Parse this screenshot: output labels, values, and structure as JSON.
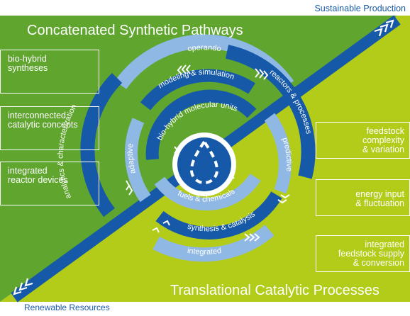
{
  "corners": {
    "top_right": "Sustainable Production",
    "bottom_left": "Renewable Resources"
  },
  "titles": {
    "top": "Concatenated Synthetic Pathways",
    "bottom": "Translational Catalytic Processes"
  },
  "left_boxes": [
    {
      "lines": [
        "bio-hybrid",
        "syntheses"
      ]
    },
    {
      "lines": [
        "interconnected",
        "catalytic concepts"
      ]
    },
    {
      "lines": [
        "integrated",
        "reactor devices"
      ]
    }
  ],
  "right_boxes": [
    {
      "lines": [
        "feedstock",
        "complexity",
        "& variation"
      ]
    },
    {
      "lines": [
        "energy input",
        "& fluctuation"
      ]
    },
    {
      "lines": [
        "integrated",
        "feedstock supply",
        "& conversion"
      ]
    }
  ],
  "rings": {
    "outer_top": "operando",
    "outer_left": "analytics & characterization",
    "outer_right": "reactors & processes",
    "outer_bottom": "integrated",
    "middle_top": "modeling & simulation",
    "middle_left": "adaptive",
    "middle_right": "predictive",
    "middle_bottom": "synthesis & catalysis",
    "inner_top": "bio-hybrid molecular units",
    "inner_bottom": "fuels & chemicals"
  },
  "colors": {
    "green_dark": "#5fa52e",
    "green_light": "#b3cc1a",
    "blue_dark": "#1659a8",
    "blue_light": "#8fb8e4",
    "white": "#ffffff"
  },
  "icons": {
    "center": "droplet-cycle-icon",
    "arrows": "chevron-arrow-icon"
  }
}
